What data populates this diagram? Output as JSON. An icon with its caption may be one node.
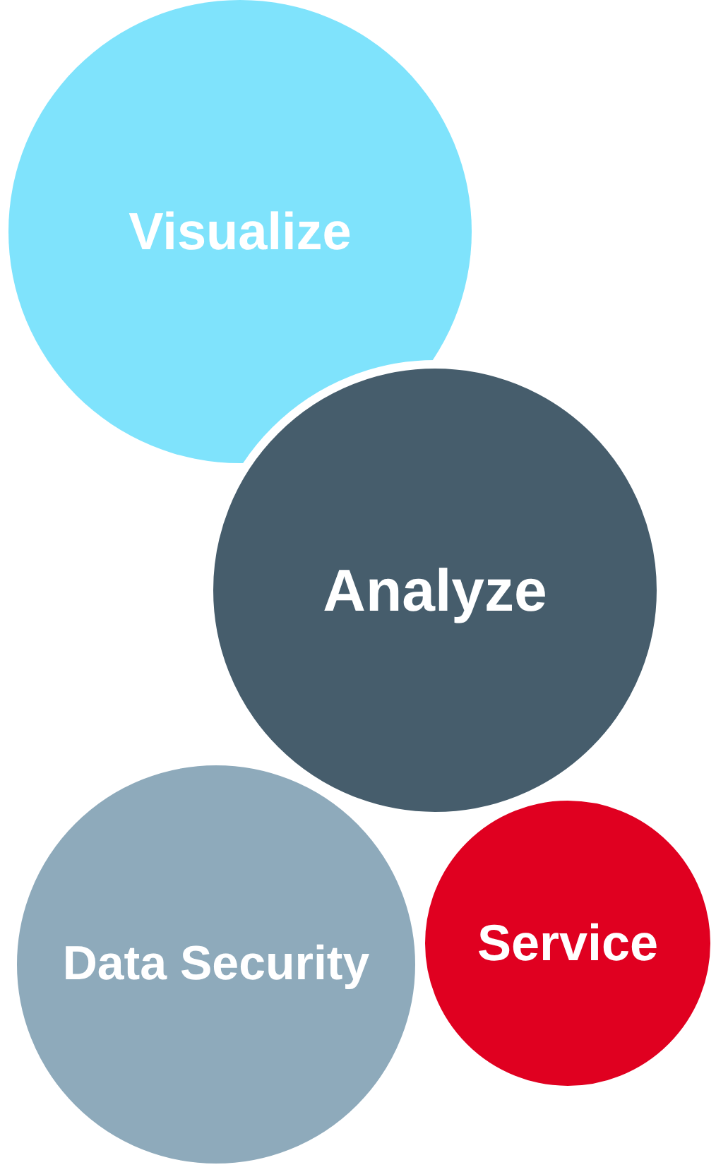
{
  "diagram": {
    "nodes": [
      {
        "text": [
          "Visualize"
        ]
      },
      {
        "text": [
          "Analyze"
        ]
      },
      {
        "text": [
          "Service"
        ]
      },
      {
        "text": [
          "Data Security"
        ]
      }
    ]
  }
}
